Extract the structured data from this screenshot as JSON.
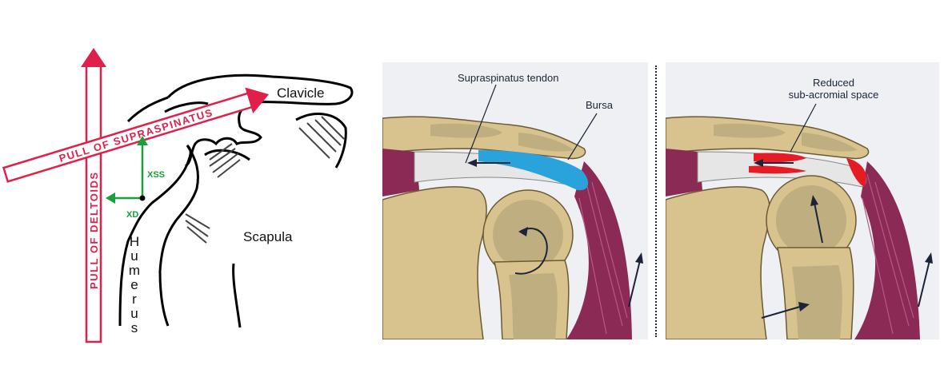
{
  "left": {
    "clavice_label": "Clavicle",
    "scapula_label": "Scapula",
    "humerus_letters": [
      "H",
      "u",
      "m",
      "e",
      "r",
      "u",
      "s"
    ],
    "pull_supraspinatus": "PULL OF SUPRASPINATUS",
    "pull_deltoids": "PULL OF DELTOIDS",
    "xss_label": "XSS",
    "xd_label": "XD"
  },
  "middle": {
    "tendon_label": "Supraspinatus tendon",
    "bursa_label": "Bursa"
  },
  "right": {
    "reduced_line1": "Reduced",
    "reduced_line2": "sub-acromial space"
  },
  "colors": {
    "pull_red": "#e0204a",
    "vector_green": "#1aa03a",
    "bone": "#d8c38e",
    "bone_inner": "#bfae80",
    "muscle": "#8b2a55",
    "bursa": "#2aa3dc",
    "inflamed": "#e51c23"
  }
}
